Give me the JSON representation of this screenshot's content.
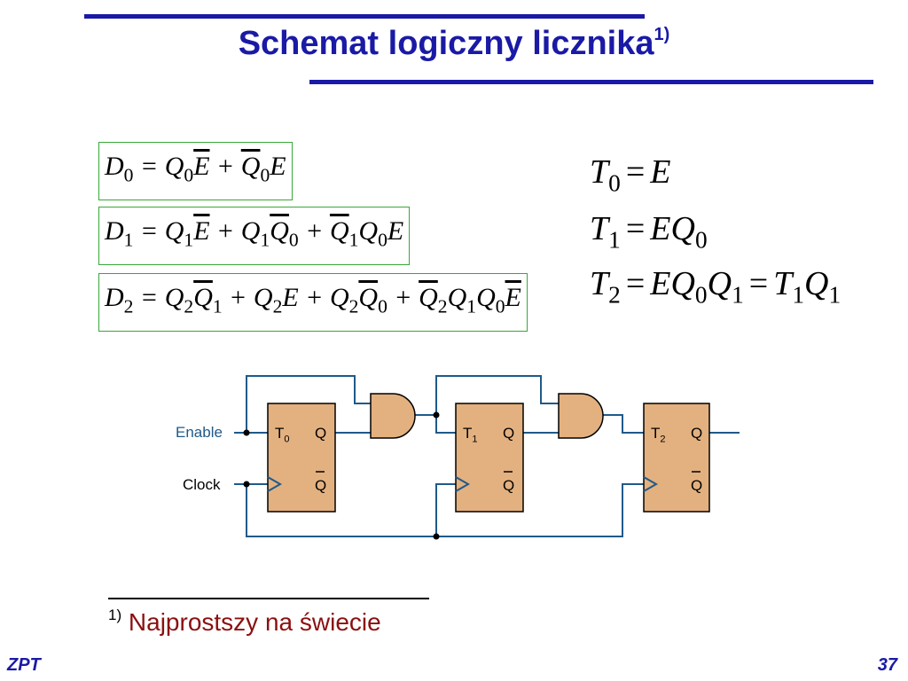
{
  "slide": {
    "title": "Schemat logiczny licznika",
    "title_sup": "1)",
    "footnote_marker": "1)",
    "footnote_text": "Najprostszy na świecie",
    "footer_left": "ZPT",
    "page_number": "37"
  },
  "equations": {
    "d0": {
      "lhs_var": "D",
      "lhs_sub": "0",
      "eq": "="
    },
    "d1": {
      "lhs_var": "D",
      "lhs_sub": "1",
      "eq": "="
    },
    "d2": {
      "lhs_var": "D",
      "lhs_sub": "2",
      "eq": "="
    },
    "t0": {
      "var": "T",
      "sub": "0",
      "eq": "=",
      "rhs": "E"
    },
    "t1": {
      "var": "T",
      "sub": "1",
      "eq": "=",
      "rhs_a": "E",
      "rhs_b": "Q",
      "rhs_b_sub": "0"
    },
    "t2": {
      "var": "T",
      "sub": "2",
      "eq": "=",
      "eq2": "="
    }
  },
  "circuit": {
    "input_enable": "Enable",
    "input_clock": "Clock",
    "ff0": {
      "t_label": "T",
      "t_sub": "0",
      "q": "Q",
      "qbar": "Q"
    },
    "ff1": {
      "t_label": "T",
      "t_sub": "1",
      "q": "Q",
      "qbar": "Q"
    },
    "ff2": {
      "t_label": "T",
      "t_sub": "2",
      "q": "Q",
      "qbar": "Q"
    }
  },
  "colors": {
    "title": "#1a1aa6",
    "wire": "#1f5a8a",
    "flipflop_fill": "#e3b17f",
    "box_border": "#3aa73a",
    "footnote": "#8b1010"
  }
}
